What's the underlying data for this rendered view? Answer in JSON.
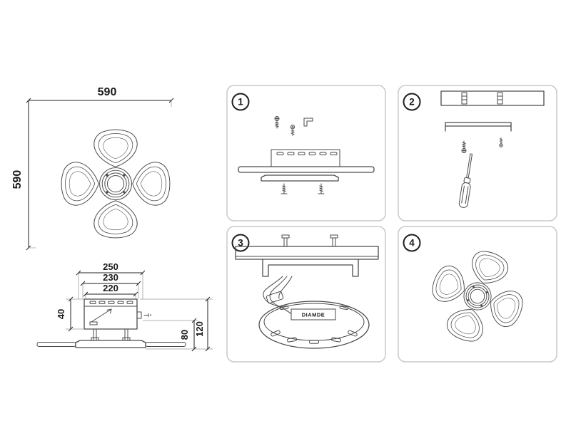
{
  "colors": {
    "background": "#ffffff",
    "line": "#4a4a4a",
    "dimension_text": "#1a1a1a",
    "panel_border": "#c9c9c9"
  },
  "top_view": {
    "width_label": "590",
    "height_label": "590"
  },
  "side_view": {
    "dim_width_outer": "250",
    "dim_width_mid": "230",
    "dim_width_inner": "220",
    "dim_height_box": "40",
    "dim_height_mid": "80",
    "dim_height_total": "120"
  },
  "steps": [
    {
      "num": "1"
    },
    {
      "num": "2"
    },
    {
      "num": "3"
    },
    {
      "num": "4"
    }
  ],
  "base_label": "DIAMDE"
}
